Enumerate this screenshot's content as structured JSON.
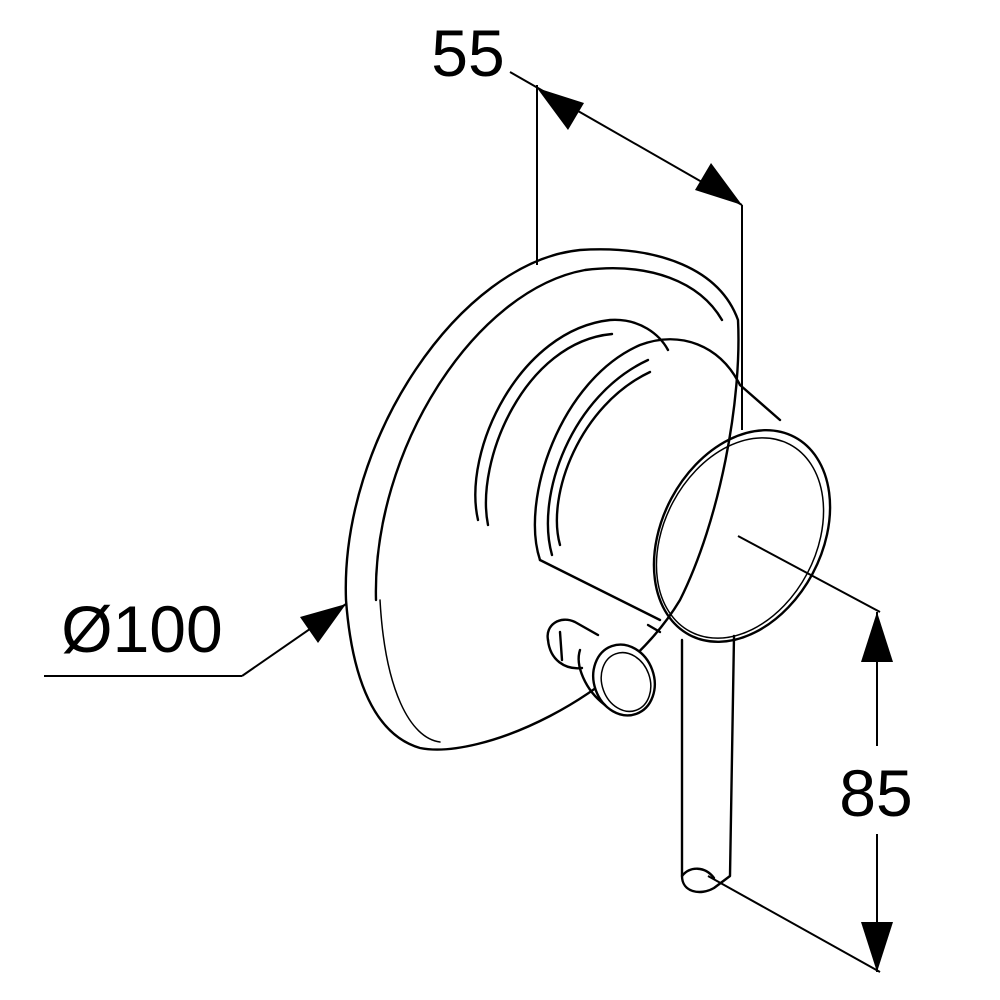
{
  "dimensions": {
    "depth": "55",
    "diameter": "Ø100",
    "height": "85"
  }
}
